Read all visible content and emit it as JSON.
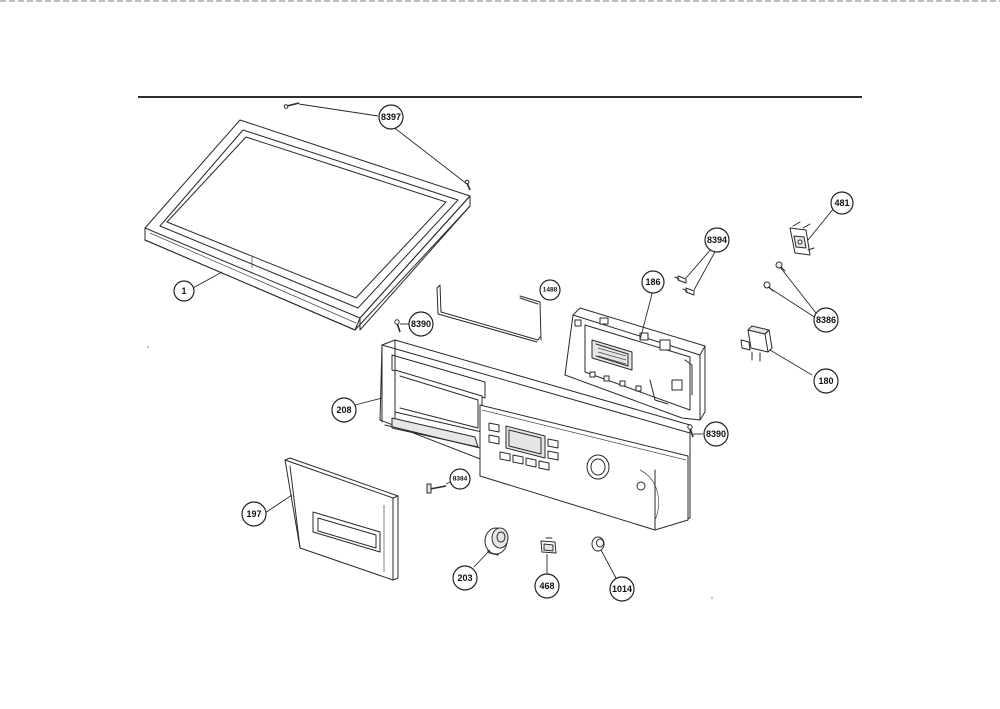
{
  "callouts": [
    {
      "id": "c1",
      "text": "1"
    },
    {
      "id": "c8397",
      "text": "8397"
    },
    {
      "id": "c481",
      "text": "481"
    },
    {
      "id": "c8394",
      "text": "8394"
    },
    {
      "id": "c186",
      "text": "186"
    },
    {
      "id": "c1488",
      "text": "1488"
    },
    {
      "id": "c8386",
      "text": "8386"
    },
    {
      "id": "c8390a",
      "text": "8390"
    },
    {
      "id": "c180",
      "text": "180"
    },
    {
      "id": "c208",
      "text": "208"
    },
    {
      "id": "c8390b",
      "text": "8390"
    },
    {
      "id": "c8384",
      "text": "8384"
    },
    {
      "id": "c197",
      "text": "197"
    },
    {
      "id": "c203",
      "text": "203"
    },
    {
      "id": "c468",
      "text": "468"
    },
    {
      "id": "c1014",
      "text": "1014"
    }
  ]
}
